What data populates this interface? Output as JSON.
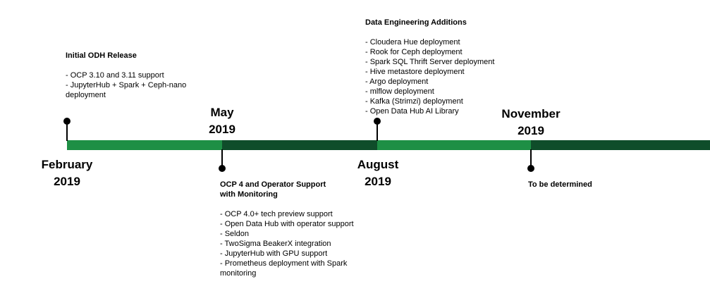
{
  "milestones": {
    "feb": {
      "month": "February",
      "year": "2019",
      "title": "Initial ODH Release",
      "items": [
        "- OCP 3.10 and 3.11 support",
        "- JupyterHub + Spark + Ceph-nano deployment"
      ]
    },
    "may": {
      "month": "May",
      "year": "2019",
      "title_line1": "OCP 4 and Operator Support",
      "title_line2": "with Monitoring",
      "items": [
        "- OCP 4.0+ tech preview support",
        "- Open Data Hub with operator support",
        "- Seldon",
        "- TwoSigma BeakerX integration",
        "- JupyterHub with GPU support",
        "- Prometheus deployment with Spark monitoring"
      ]
    },
    "aug": {
      "month": "August",
      "year": "2019",
      "title": "Data Engineering Additions",
      "items": [
        "- Cloudera Hue deployment",
        "- Rook for Ceph deployment",
        "- Spark SQL Thrift Server deployment",
        "- Hive metastore deployment",
        "- Argo deployment",
        "- mlflow deployment",
        "- Kafka (Strimzi) deployment",
        "- Open Data Hub AI Library"
      ]
    },
    "nov": {
      "month": "November",
      "year": "2019",
      "title": "To be determined"
    }
  },
  "colors": {
    "bar_light": "#1e8f45",
    "bar_dark": "#0f4d2a",
    "marker": "#000000"
  }
}
